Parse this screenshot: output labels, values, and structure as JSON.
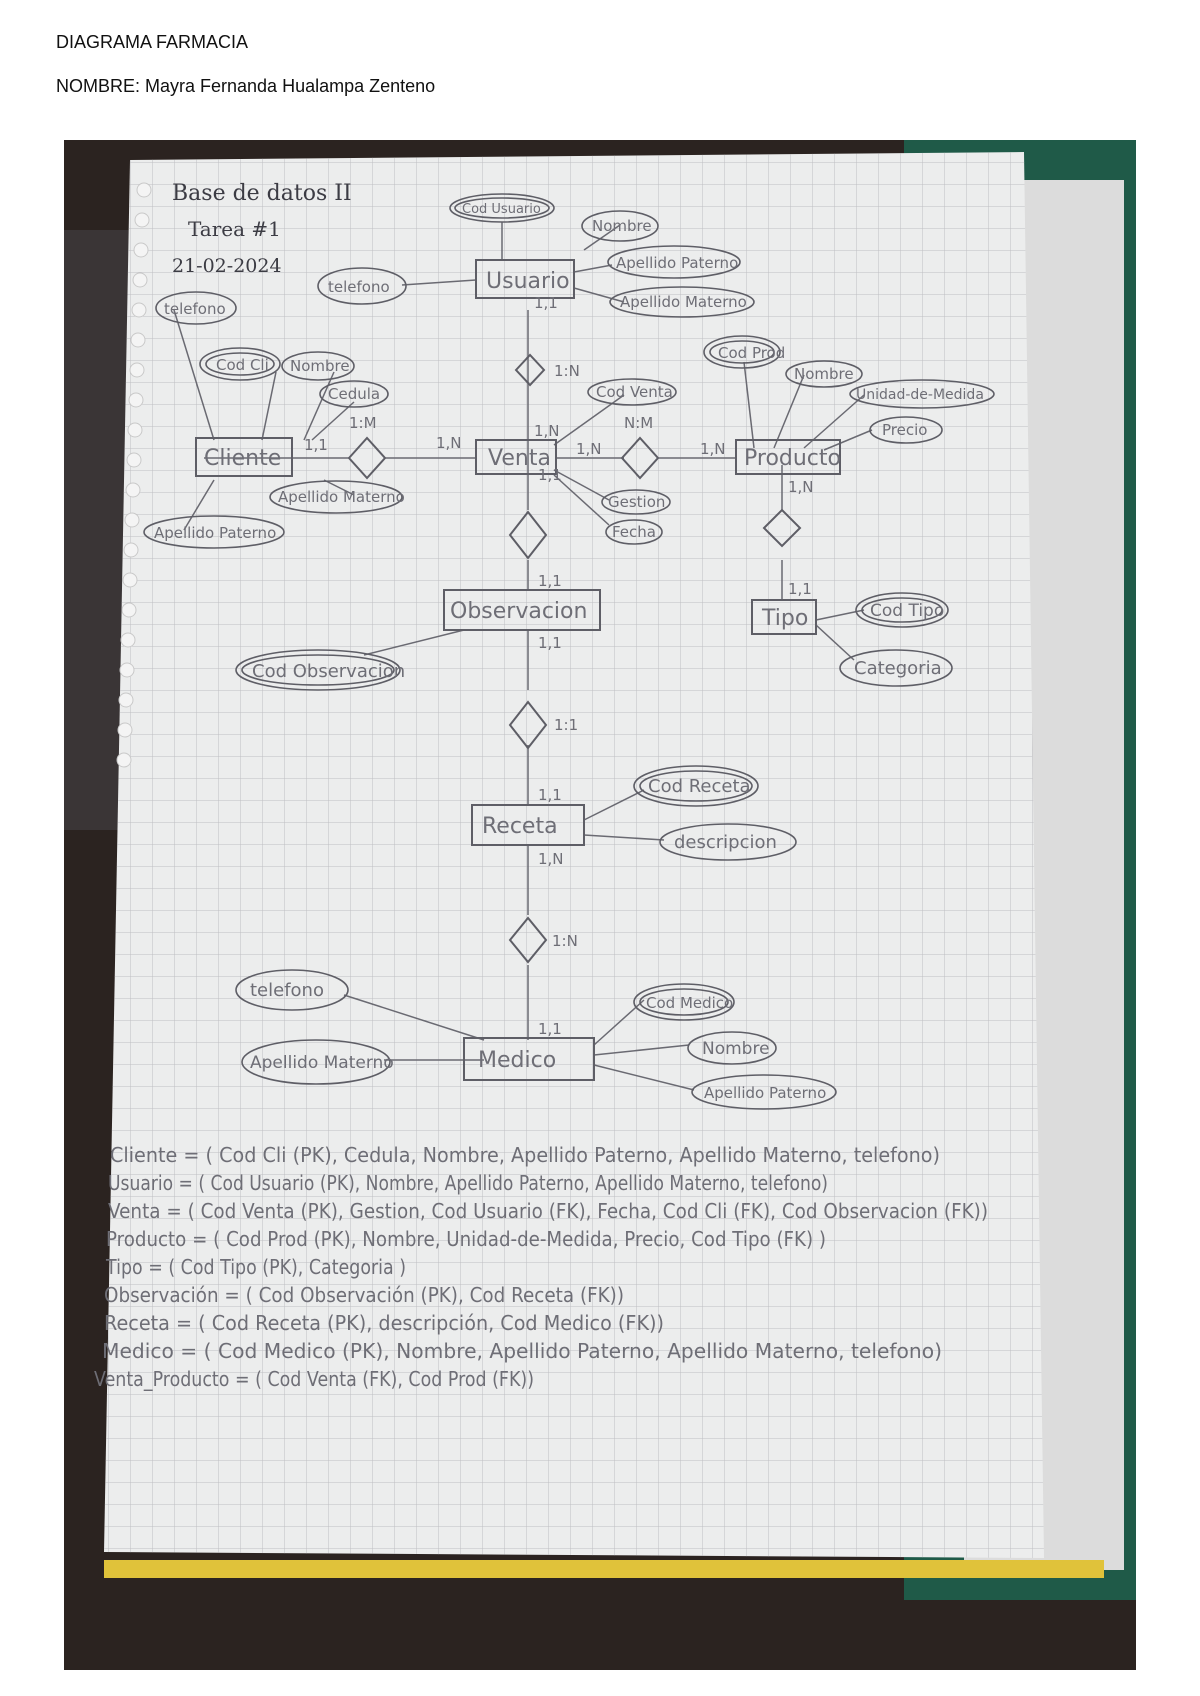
{
  "header": {
    "title": "DIAGRAMA FARMACIA",
    "author": "NOMBRE: Mayra Fernanda Hualampa Zenteno"
  },
  "notebook": {
    "heading": [
      "Base de datos II",
      "Tarea #1",
      "21-02-2024"
    ]
  },
  "entities": {
    "usuario": "Usuario",
    "cliente": "Cliente",
    "venta": "Venta",
    "producto": "Producto",
    "tipo": "Tipo",
    "observacion": "Observacion",
    "receta": "Receta",
    "medico": "Medico"
  },
  "attributes": {
    "usuario": [
      "Cod Usuario",
      "Nombre",
      "Apellido Paterno",
      "Apellido Materno",
      "telefono"
    ],
    "cliente": [
      "telefono",
      "Cod Cli",
      "Nombre",
      "Cedula",
      "Apellido Materno",
      "Apellido Paterno"
    ],
    "venta": [
      "Cod Venta",
      "Gestion",
      "Fecha"
    ],
    "producto": [
      "Cod Prod",
      "Nombre",
      "Unidad-de-Medida",
      "Precio"
    ],
    "tipo": [
      "Cod Tipo",
      "Categoria"
    ],
    "observacion": [
      "Cod Observacion"
    ],
    "receta": [
      "Cod Receta",
      "descripcion"
    ],
    "medico": [
      "telefono",
      "Apellido Materno",
      "Cod Medico",
      "Nombre",
      "Apellido Paterno"
    ]
  },
  "cardinalities": {
    "usuario_venta": {
      "near_usuario": "1,1",
      "relation": "1:N",
      "near_venta": "1,N"
    },
    "cliente_venta": {
      "near_cliente": "1,1",
      "relation": "1:M",
      "near_venta": "1,N"
    },
    "venta_producto": {
      "near_venta": "1,N",
      "relation": "N:M",
      "near_producto": "1,N"
    },
    "producto_tipo": {
      "near_producto": "1,N",
      "near_tipo": "1,1"
    },
    "venta_observacion": {
      "near_venta": "1,1",
      "near_observacion": "1,1"
    },
    "observacion_receta": {
      "near_observacion": "1,1",
      "relation": "1:1",
      "near_receta": "1,1"
    },
    "receta_medico": {
      "near_receta": "1,N",
      "relation": "1:N",
      "near_medico": "1,1"
    }
  },
  "schema": [
    "Cliente = ( Cod Cli (PK), Cedula, Nombre, Apellido Paterno, Apellido Materno, telefono)",
    "Usuario = ( Cod Usuario (PK), Nombre, Apellido Paterno, Apellido Materno, telefono)",
    "Venta = ( Cod Venta (PK), Gestion, Cod Usuario (FK), Fecha, Cod Cli (FK), Cod Observacion (FK))",
    "Producto = ( Cod Prod (PK), Nombre, Unidad-de-Medida, Precio, Cod Tipo (FK) )",
    "Tipo = ( Cod Tipo (PK), Categoria )",
    "Observación = ( Cod Observación (PK), Cod Receta (FK))",
    "Receta = ( Cod Receta (PK), descripción, Cod Medico (FK))",
    "Medico = ( Cod Medico (PK), Nombre, Apellido Paterno, Apellido Materno, telefono)",
    "Venta_Producto = ( Cod Venta (FK), Cod Prod (FK))"
  ]
}
